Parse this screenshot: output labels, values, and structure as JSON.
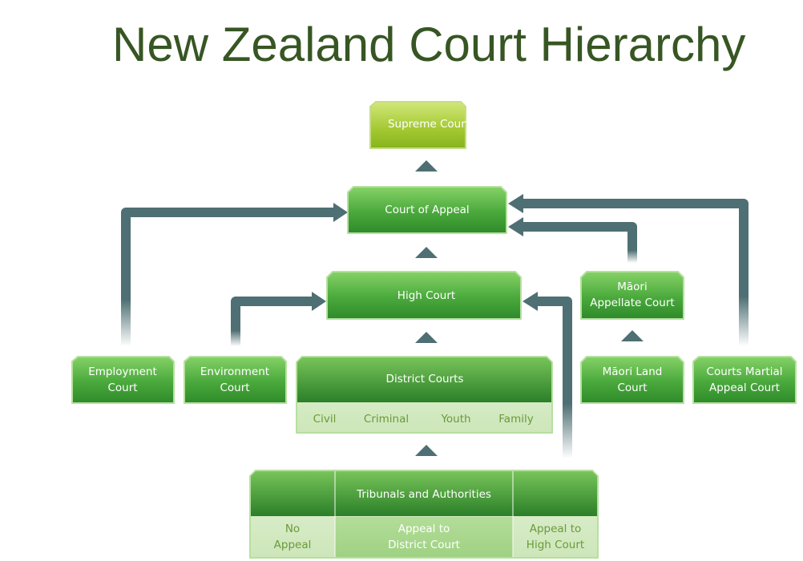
{
  "title": "New Zealand Court Hierarchy",
  "courts": {
    "supreme": {
      "label": "Supreme Court"
    },
    "appeal": {
      "label": "Court of Appeal"
    },
    "high": {
      "label": "High Court"
    },
    "maori_appellate": {
      "line1": "Māori",
      "line2": "Appellate Court"
    },
    "employment": {
      "line1": "Employment",
      "line2": "Court"
    },
    "environment": {
      "line1": "Environment",
      "line2": "Court"
    },
    "district": {
      "label": "District Courts",
      "divisions": [
        "Civil",
        "Criminal",
        "Youth",
        "Family"
      ]
    },
    "maori_land": {
      "line1": "Māori Land",
      "line2": "Court"
    },
    "courts_martial": {
      "line1": "Courts Martial",
      "line2": "Appeal Court"
    },
    "tribunals": {
      "label": "Tribunals and Authorities",
      "no_appeal": {
        "line1": "No",
        "line2": "Appeal"
      },
      "to_district": {
        "line1": "Appeal to",
        "line2": "District Court"
      },
      "to_high": {
        "line1": "Appeal to",
        "line2": "High Court"
      }
    }
  },
  "colors": {
    "title": "#375623",
    "arrow": "#4e6f73",
    "box_dark": "#2f8c2a",
    "box_light": "#7cc95a",
    "supreme_dark": "#8ab820",
    "supreme_light": "#c9e26a",
    "sub_band": "#d6ebc6"
  }
}
